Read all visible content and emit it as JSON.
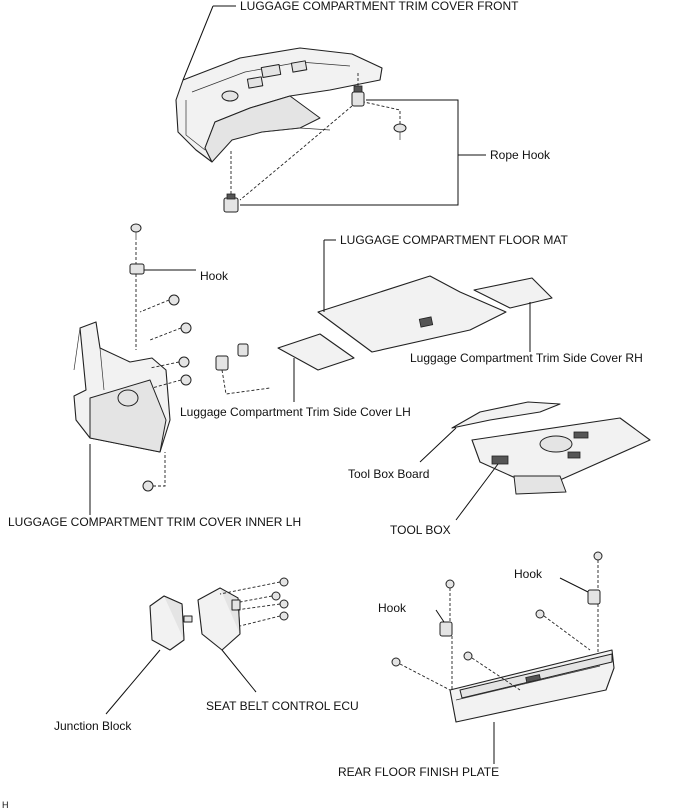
{
  "labels": {
    "trim_cover_front": "LUGGAGE COMPARTMENT TRIM COVER FRONT",
    "rope_hook": "Rope Hook",
    "floor_mat": "LUGGAGE COMPARTMENT FLOOR MAT",
    "hook_left": "Hook",
    "side_cover_rh": "Luggage Compartment Trim Side Cover RH",
    "side_cover_lh": "Luggage Compartment Trim Side Cover LH",
    "tool_box_board": "Tool Box Board",
    "tool_box": "TOOL BOX",
    "trim_cover_inner_lh": "LUGGAGE COMPARTMENT TRIM COVER INNER LH",
    "hook_right_upper": "Hook",
    "hook_right_lower": "Hook",
    "junction_block": "Junction Block",
    "seat_belt_ecu": "SEAT BELT CONTROL ECU",
    "rear_floor_finish_plate": "REAR FLOOR FINISH PLATE",
    "corner_mark": "H"
  }
}
